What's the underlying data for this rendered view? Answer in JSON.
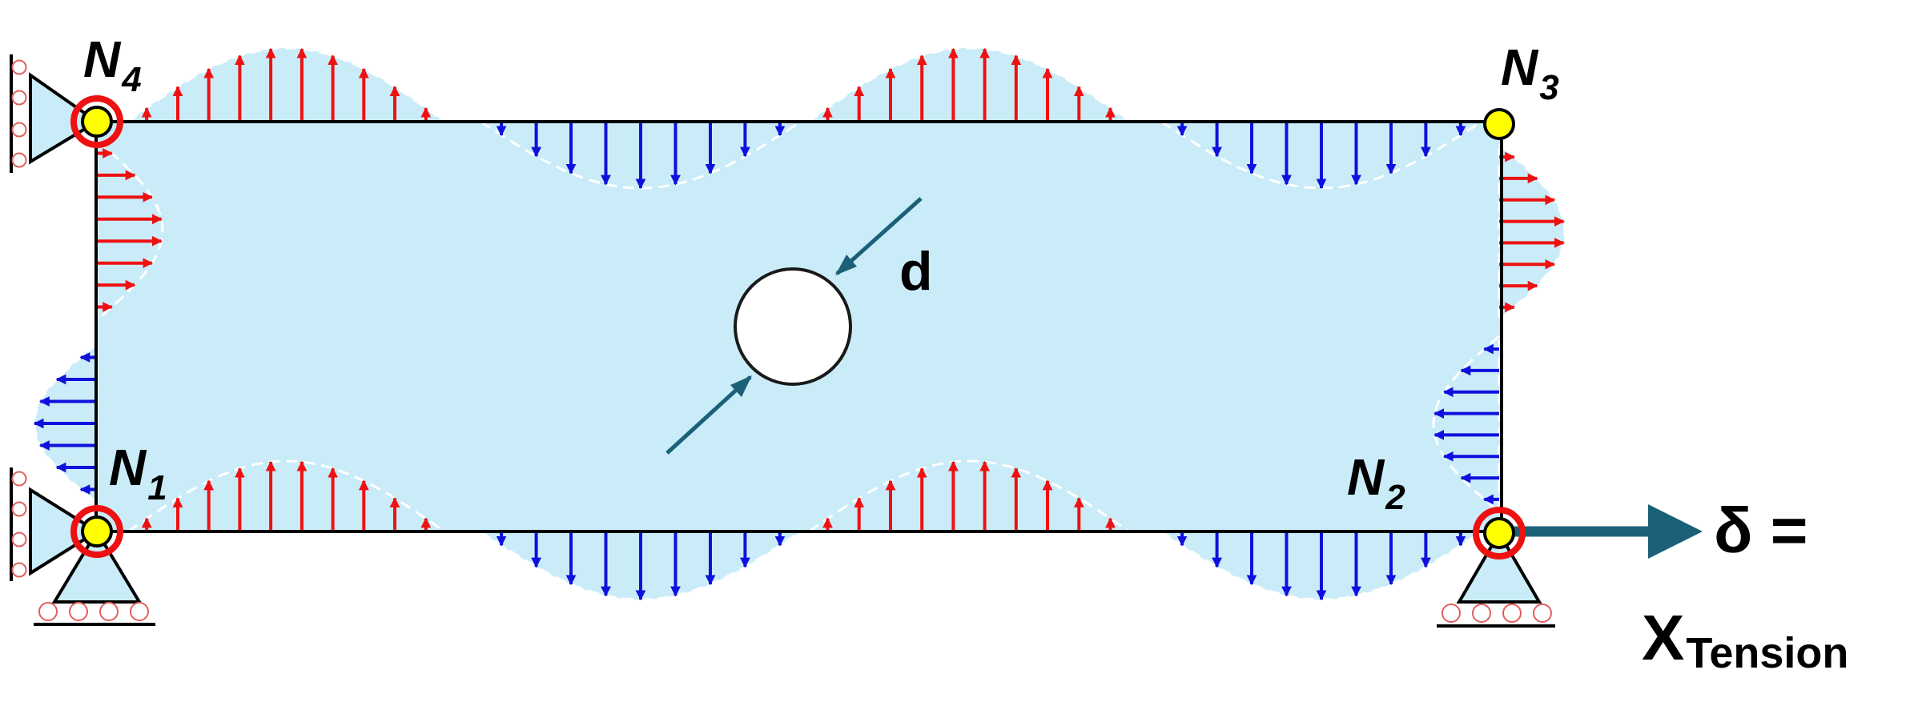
{
  "labels": {
    "n4": {
      "main": "N",
      "sub": "4"
    },
    "n3": {
      "main": "N",
      "sub": "3"
    },
    "n1": {
      "main": "N",
      "sub": "1"
    },
    "n2": {
      "main": "N",
      "sub": "2"
    },
    "hole": "d",
    "displacement": {
      "symbol": "δ =",
      "main": "X",
      "sub": "Tension"
    }
  },
  "colors": {
    "plate_fill": "#c9ecf8",
    "tension_arrow": "#ee1111",
    "compression_arrow": "#1010dd",
    "node_fill": "#ffff00",
    "node_ring": "#ee1111",
    "dimension_arrow": "#1b6077",
    "outline": "#000000"
  }
}
